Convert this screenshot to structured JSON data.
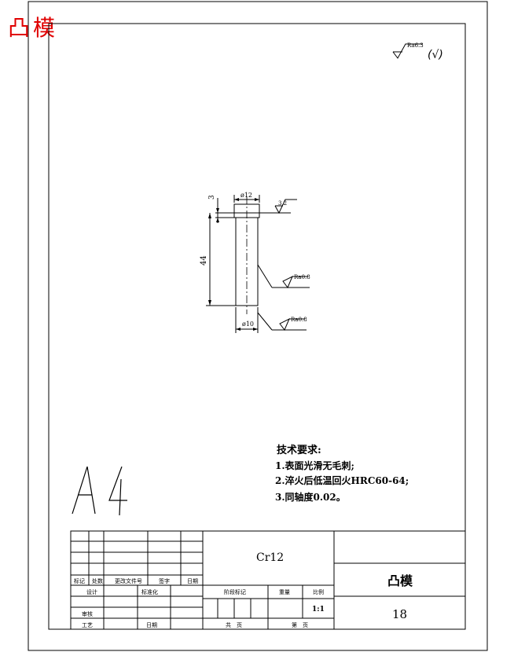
{
  "page": {
    "corner_title": "凸模",
    "sheet_size": "A4"
  },
  "surface": {
    "general_finish": "Ra6.3",
    "general_finish_paren": "(√)",
    "top_finish": "3.2",
    "shaft_finish": "Ra0.8",
    "bottom_finish": "Ra0.8"
  },
  "dimensions": {
    "head_thickness": "3",
    "length": "44",
    "head_diameter": "ø12",
    "shaft_diameter": "ø10"
  },
  "notes": {
    "heading": "技术要求:",
    "items": [
      "1.表面光滑无毛刺;",
      "2.淬火后低温回火HRC60-64;",
      "3.同轴度0.02。"
    ]
  },
  "title_block": {
    "material": "Cr12",
    "part_name": "凸模",
    "drawing_number": "18",
    "scale": "1:1",
    "header_labels": [
      "标记",
      "处数",
      "更改文件号",
      "签字",
      "日期"
    ],
    "designer_label": "设计",
    "standardization_label": "标准化",
    "stage_mark_label": "阶段标记",
    "weight_label": "重量",
    "ratio_label": "比例",
    "review_label": "审核",
    "process_label": "工艺",
    "date_label": "日期",
    "total_label": "共　页",
    "page_label": "第　页"
  },
  "colors": {
    "corner_title": "#e00000",
    "line": "#000000",
    "background": "#ffffff"
  }
}
